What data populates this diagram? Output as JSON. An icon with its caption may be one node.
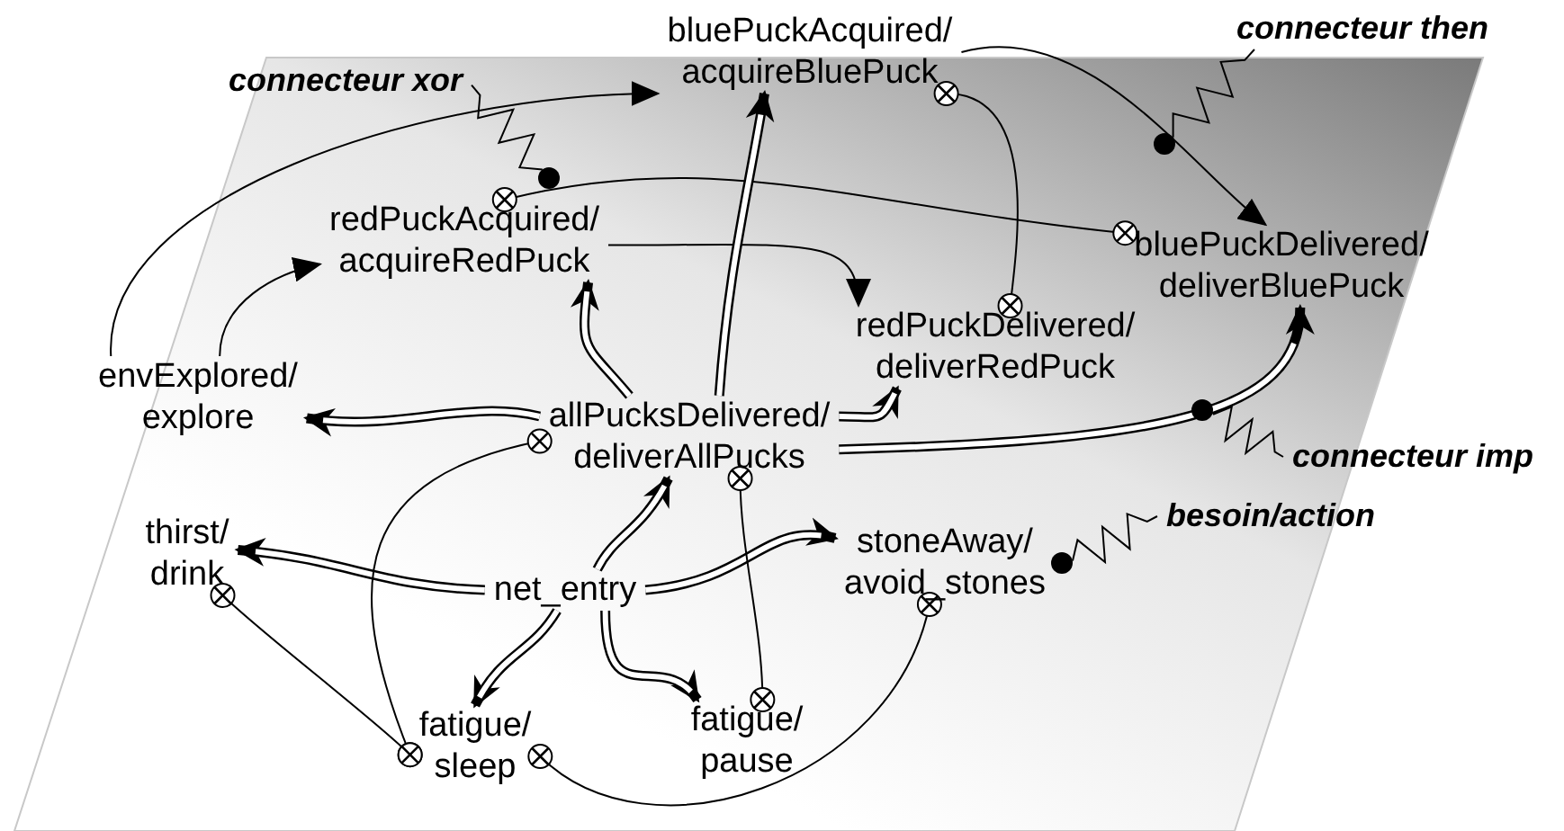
{
  "diagram": {
    "nodes": [
      {
        "text": [
          "bluePuckAcquired/ acquireBluePuck"
        ]
      },
      {
        "text": [
          "redPuckAcquired/ acquireRedPuck"
        ]
      },
      {
        "text": [
          "bluePuckDelivered/ deliverBluePuck"
        ]
      },
      {
        "text": [
          "redPuckDelivered/ deliverRedPuck"
        ]
      },
      {
        "text": [
          "envExplored/ explore"
        ]
      },
      {
        "text": [
          "allPucksDelivered/ deliverAllPucks"
        ]
      },
      {
        "text": [
          "thirst/ drink"
        ]
      },
      {
        "text": [
          "net_entry"
        ]
      },
      {
        "text": [
          "stoneAway/ avoid_stones"
        ]
      },
      {
        "text": [
          "fatigue/ sleep"
        ]
      },
      {
        "text": [
          "fatigue/ pause"
        ]
      },
      {
        "text": [
          "connecteur xor"
        ]
      },
      {
        "text": [
          "connecteur then"
        ]
      },
      {
        "text": [
          "connecteur imp"
        ]
      },
      {
        "text": [
          "besoin/action"
        ]
      },
      {
        "text": [],
        "shape": "circle"
      },
      {
        "text": [],
        "shape": "circle"
      },
      {
        "text": [],
        "shape": "circle"
      },
      {
        "text": [],
        "shape": "circle"
      }
    ],
    "edges": [
      {
        "from": 4,
        "to": 0,
        "arrow": "to"
      },
      {
        "from": 4,
        "to": 1,
        "arrow": "to"
      },
      {
        "from": 1,
        "to": 3,
        "arrow": "to"
      },
      {
        "from": 0,
        "to": 2,
        "arrow": "to"
      },
      {
        "from": 1,
        "to": 2,
        "arrow": "other"
      },
      {
        "from": 0,
        "to": 3,
        "arrow": "other"
      },
      {
        "from": 5,
        "to": 4,
        "arrow": "to",
        "style": "thick"
      },
      {
        "from": 5,
        "to": 1,
        "arrow": "to",
        "style": "thick"
      },
      {
        "from": 5,
        "to": 0,
        "arrow": "to",
        "style": "thick"
      },
      {
        "from": 5,
        "to": 3,
        "arrow": "to",
        "style": "thick"
      },
      {
        "from": 5,
        "to": 2,
        "arrow": "to",
        "style": "thick"
      },
      {
        "from": 7,
        "to": 6,
        "arrow": "to",
        "style": "thick"
      },
      {
        "from": 7,
        "to": 5,
        "arrow": "to",
        "style": "thick"
      },
      {
        "from": 7,
        "to": 8,
        "arrow": "to",
        "style": "thick"
      },
      {
        "from": 7,
        "to": 9,
        "arrow": "to",
        "style": "thick"
      },
      {
        "from": 7,
        "to": 10,
        "arrow": "to",
        "style": "thick"
      },
      {
        "from": 5,
        "to": 9,
        "arrow": "other"
      },
      {
        "from": 5,
        "to": 10,
        "arrow": "other"
      },
      {
        "from": 6,
        "to": 9,
        "arrow": "other"
      },
      {
        "from": 9,
        "to": 8,
        "arrow": "other"
      },
      {
        "from": 11,
        "to": 15,
        "arrow": "none"
      },
      {
        "from": 12,
        "to": 16,
        "arrow": "none"
      },
      {
        "from": 13,
        "to": 17,
        "arrow": "none"
      },
      {
        "from": 14,
        "to": 18,
        "arrow": "none"
      }
    ]
  }
}
